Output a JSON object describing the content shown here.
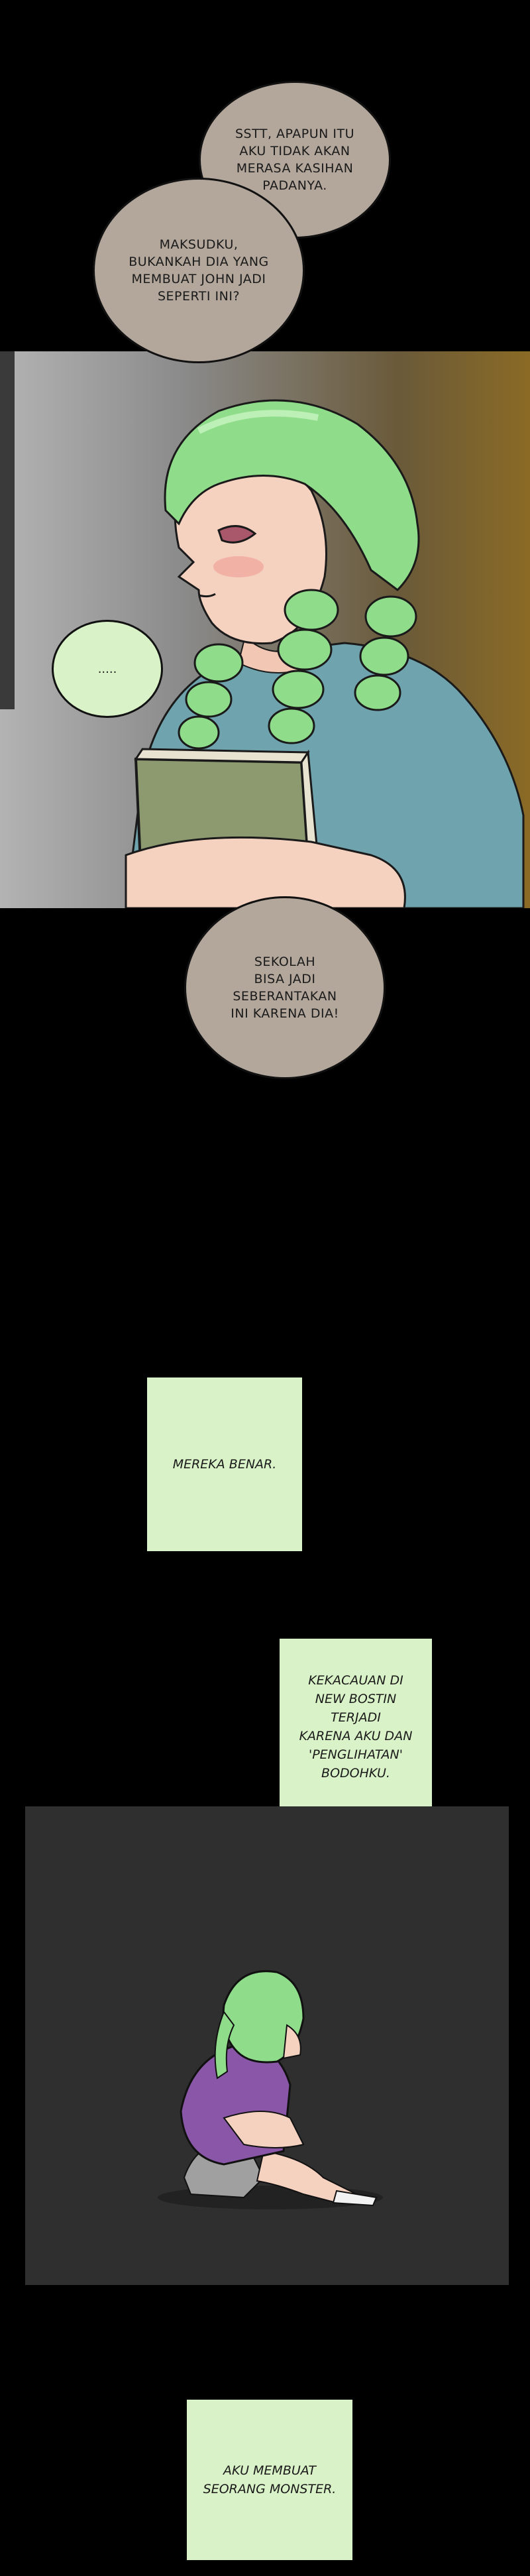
{
  "bubbles": {
    "b1": "SSTT, APAPUN ITU\nAKU TIDAK AKAN\nMERASA KASIHAN\nPADANYA.",
    "b2": "MAKSUDKU,\nBUKANKAH DIA YANG\nMEMBUAT JOHN JADI\nSEPERTI INI?",
    "b3": ".....",
    "b4": "SEKOLAH\nBISA JADI\nSEBERANTAKAN\nINI KARENA DIA!"
  },
  "captions": {
    "c1": "MEREKA BENAR.",
    "c2": "KEKACAUAN DI\nNEW BOSTIN TERJADI\nKARENA AKU DAN\n'PENGLIHATAN'\nBODOHKU.",
    "c3": "AKU MEMBUAT\nSEORANG MONSTER."
  },
  "colors": {
    "background": "#000000",
    "speech_bubble": "#b3a79c",
    "caption_box": "#d9f2c7",
    "hair": "#8fdc8a",
    "shirt": "#6fa3ad",
    "book": "#8d9a70",
    "panel_dark": "#2f2f2f"
  }
}
